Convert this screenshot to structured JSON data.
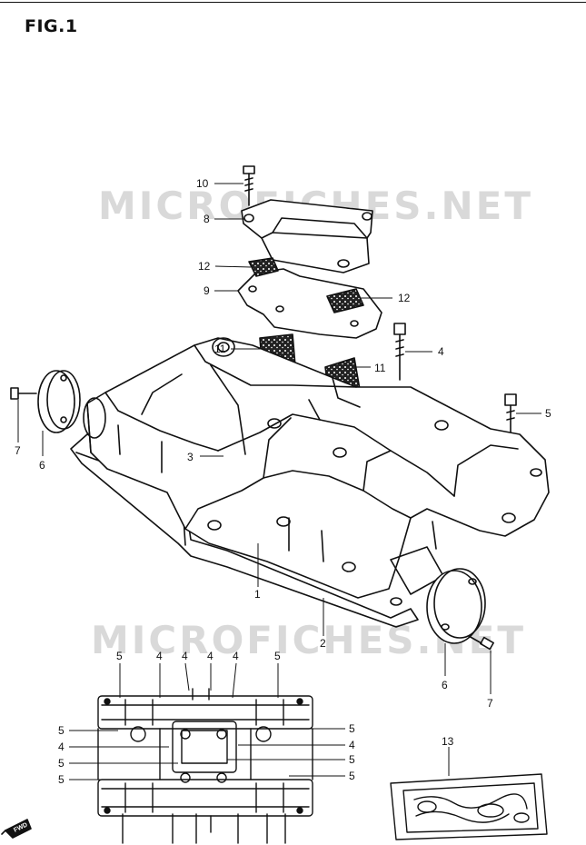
{
  "title": "FIG.1",
  "watermark": "MICROFICHES.NET",
  "fwd_label": "FWD",
  "callouts": {
    "c1": "1",
    "c2": "2",
    "c3": "3",
    "c4a": "4",
    "c5a": "5",
    "c6a": "6",
    "c6b": "6",
    "c7a": "7",
    "c7b": "7",
    "c8": "8",
    "c9": "9",
    "c10": "10",
    "c11a": "11",
    "c11b": "11",
    "c12a": "12",
    "c12b": "12",
    "c13": "13"
  },
  "lower_view": {
    "top": [
      "5",
      "4",
      "4",
      "4",
      "4",
      "5"
    ],
    "left": [
      "5",
      "4",
      "5",
      "5"
    ],
    "right": [
      "5",
      "4",
      "5",
      "5"
    ]
  }
}
